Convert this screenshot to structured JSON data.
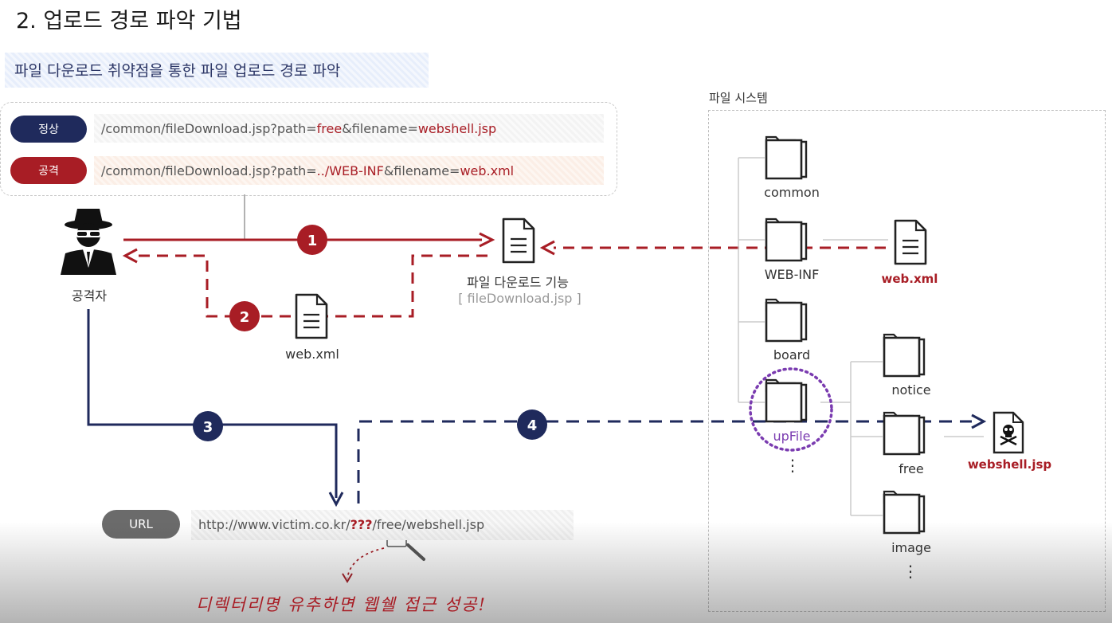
{
  "title": "2. 업로드 경로 파악 기법",
  "subtitle": "파일 다운로드 취약점을 통한 파일 업로드 경로 파악",
  "requests": {
    "normal": {
      "badge": "정상",
      "prefix": "/common/fileDownload.jsp?path=",
      "path_value": "free",
      "middle": "&filename=",
      "file_value": "webshell.jsp"
    },
    "attack": {
      "badge": "공격",
      "prefix": "/common/fileDownload.jsp?path=",
      "path_value": "../WEB-INF",
      "middle": "&filename=",
      "file_value": "web.xml"
    }
  },
  "attacker_label": "공격자",
  "download_feature": {
    "label": "파일 다운로드 기능",
    "file": "[ fileDownload.jsp ]"
  },
  "doc_webxml_label": "web.xml",
  "steps": [
    "1",
    "2",
    "3",
    "4"
  ],
  "filesystem": {
    "label": "파일 시스템",
    "folders": [
      "common",
      "WEB-INF",
      "board",
      "upFile"
    ],
    "upfile_children": [
      "notice",
      "free",
      "image"
    ],
    "webinf_file": "web.xml",
    "webshell_file": "webshell.jsp",
    "ellipsis": "⋮"
  },
  "url_bar": {
    "badge": "URL",
    "prefix": "http://www.victim.co.kr/",
    "unknown": "???",
    "suffix": "/free/webshell.jsp"
  },
  "note": "디렉터리명 유추하면 웹쉘 접근 성공!",
  "colors": {
    "red": "#a81d25",
    "navy": "#1f2a5c",
    "purple": "#7a3bb0"
  },
  "icons": [
    "hacker-icon",
    "document-icon",
    "folder-icon",
    "skull-file-icon",
    "magnifier-icon"
  ]
}
